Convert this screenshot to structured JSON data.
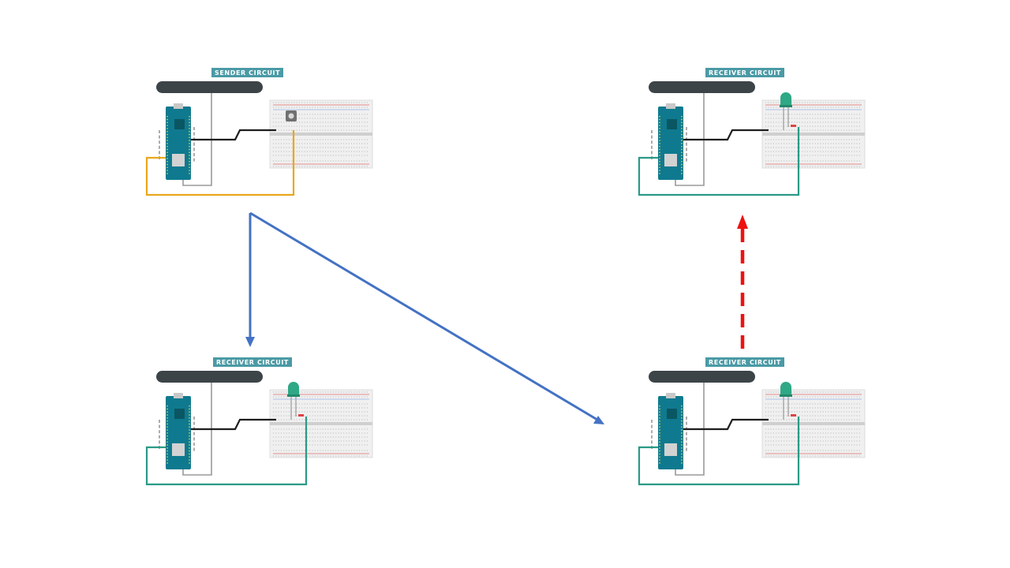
{
  "circuits": [
    {
      "label": "SENDER CIRCUIT",
      "component": "button-icon",
      "wire_color": "#e8a81c"
    },
    {
      "label": "RECEIVER CIRCUIT",
      "component": "led-icon",
      "wire_color": "#2a9a86"
    },
    {
      "label": "RECEIVER CIRCUIT",
      "component": "led-icon",
      "wire_color": "#2a9a86"
    },
    {
      "label": "RECEIVER CIRCUIT",
      "component": "led-icon",
      "wire_color": "#2a9a86"
    }
  ],
  "colors": {
    "tag_bg": "#4a9aa5",
    "board": "#0f7a8f",
    "antenna": "#3c4448",
    "solid_arrow": "#4472c4",
    "dashed_arrow": "#ee1111"
  }
}
